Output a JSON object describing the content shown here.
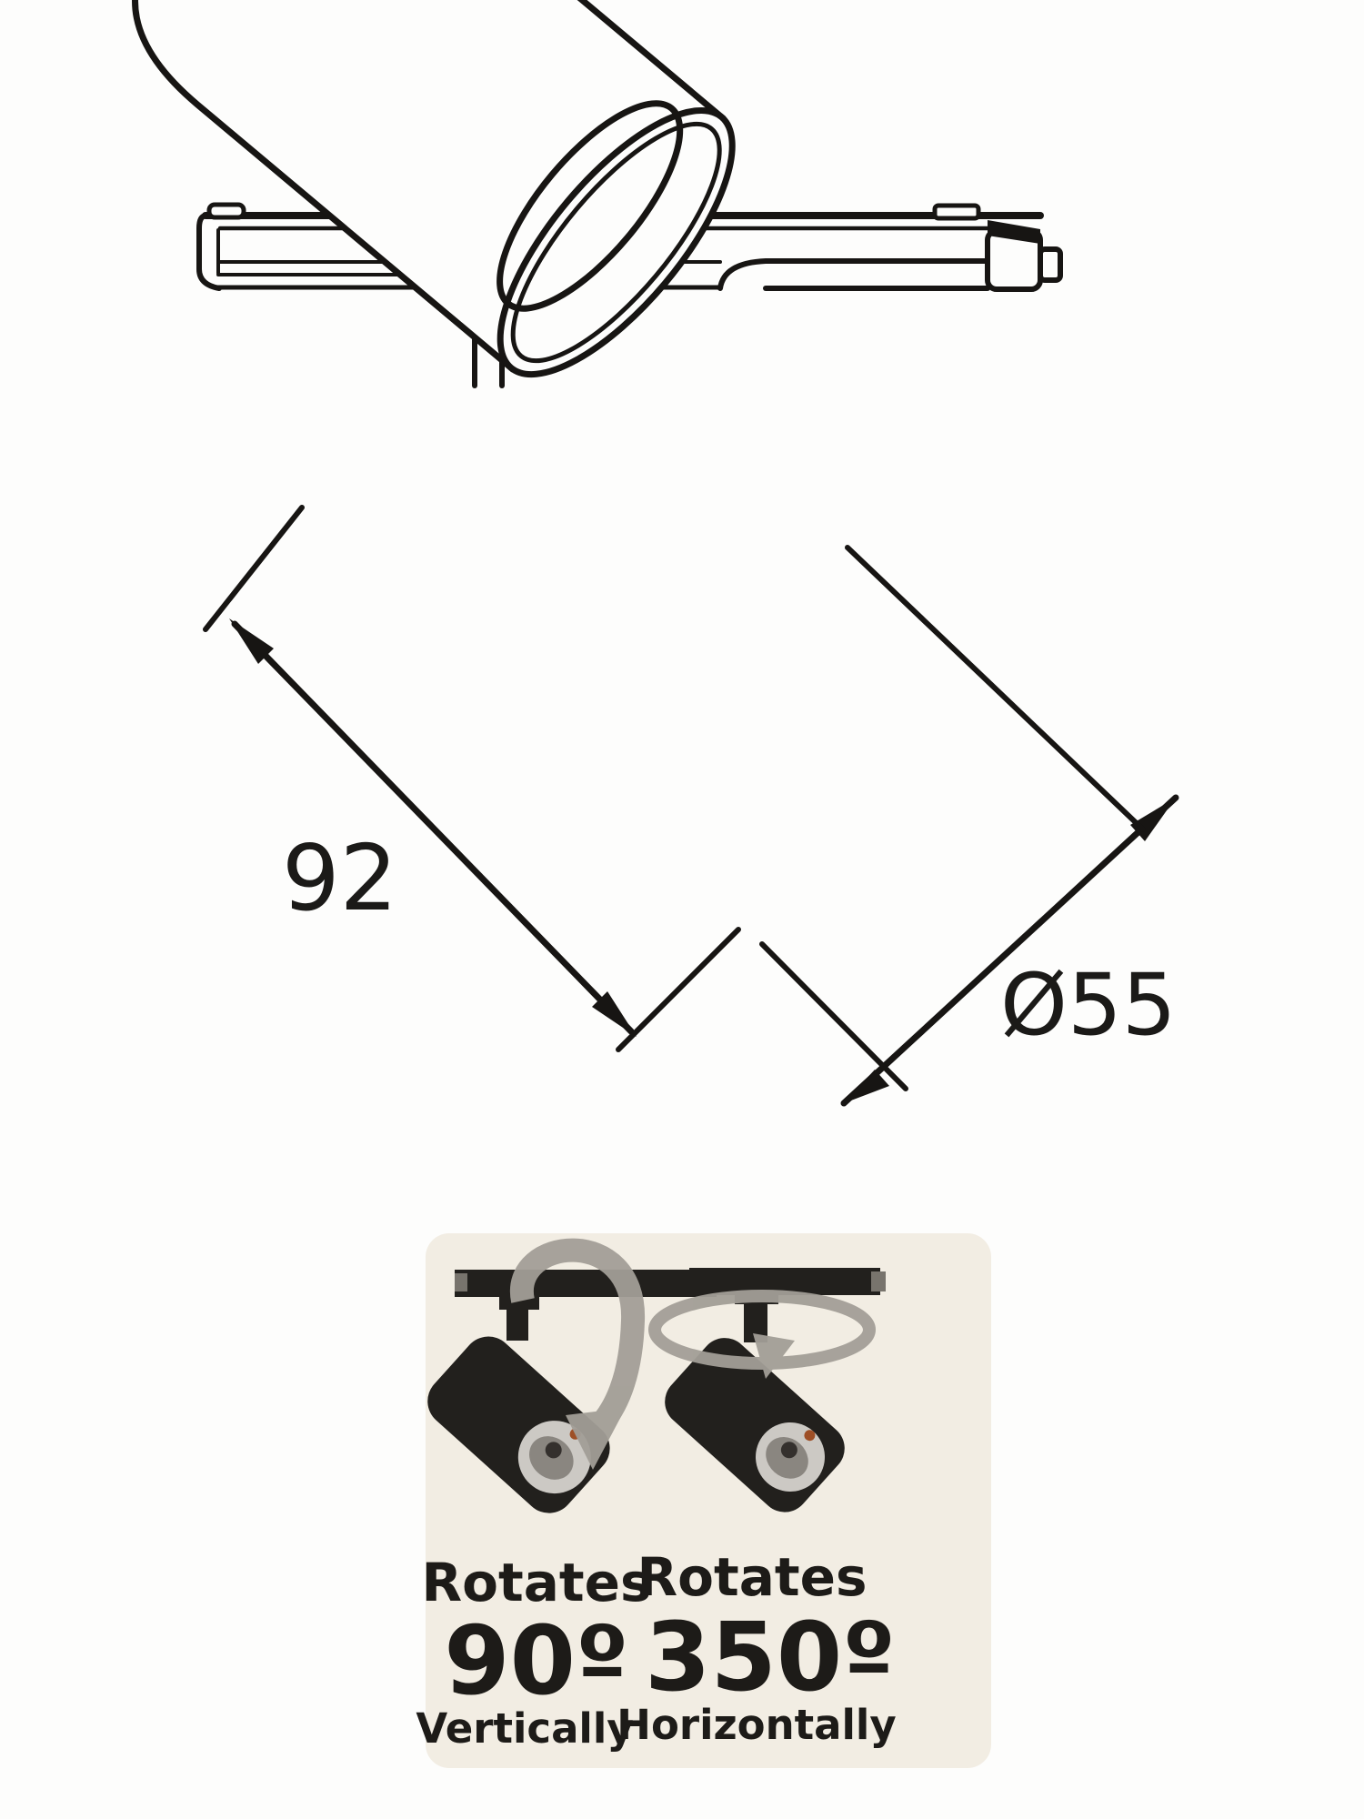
{
  "page": {
    "background": "#fdfdfc",
    "paper_patch_color": "#f2ede3"
  },
  "drawing": {
    "line_color": "#171513",
    "length_label": "92",
    "diameter_label": "Ø55"
  },
  "rotation": {
    "arrow_color": "#a29e97",
    "ink_color": "#22201d",
    "lens_color": "#ccc9c4",
    "led_dot_color": "#9e4f26",
    "vertical": {
      "title": "Rotates",
      "angle": "90º",
      "axis": "Vertically"
    },
    "horizontal": {
      "title": "Rotates",
      "angle": "350º",
      "axis": "Horizontally"
    }
  }
}
